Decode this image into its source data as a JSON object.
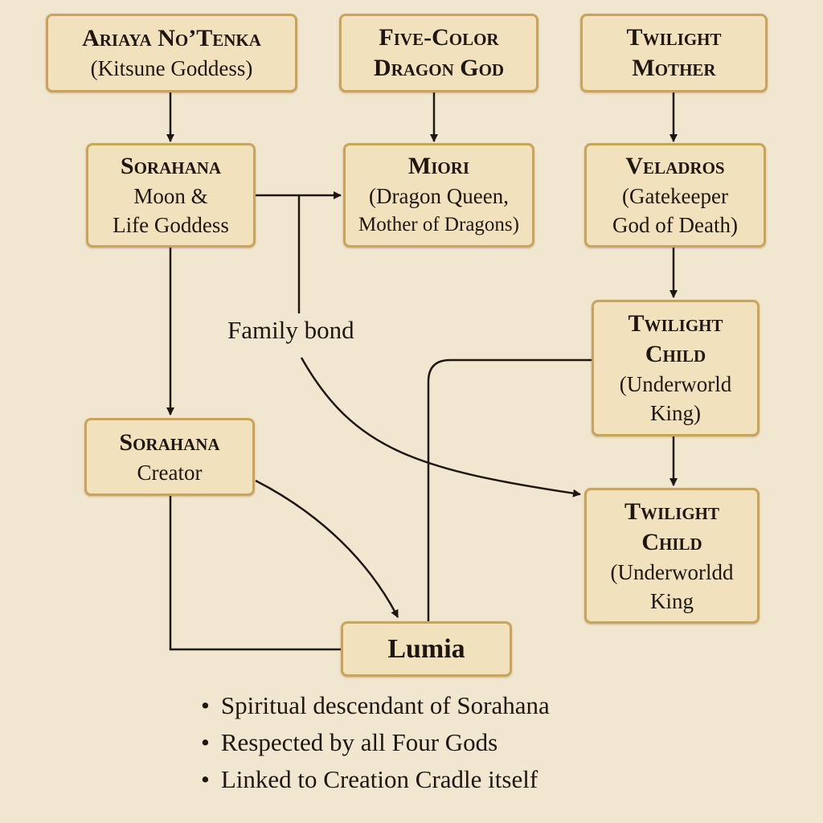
{
  "nodes": {
    "ariaya": {
      "title": "Ariaya No’Tenka",
      "sub": "(Kitsune Goddess)"
    },
    "five_color": {
      "title1": "Five-Color",
      "title2": "Dragon God"
    },
    "twilight_mother": {
      "title1": "Twilight",
      "title2": "Mother"
    },
    "sorahana_moon": {
      "title": "Sorahana",
      "sub1": "Moon &",
      "sub2": "Life Goddess"
    },
    "miori": {
      "title": "Miori",
      "sub1": "(Dragon Queen,",
      "sub2": "Mother of Dragons)"
    },
    "veladros": {
      "title": "Veladros",
      "sub1": "(Gatekeeper",
      "sub2": "God of Death)"
    },
    "twilight_child_1": {
      "title1": "Twilight",
      "title2": "Child",
      "sub1": "(Underworld",
      "sub2": "King)"
    },
    "sorahana_creator": {
      "title": "Sorahana",
      "sub": "Creator"
    },
    "twilight_child_2": {
      "title1": "Twilight",
      "title2": "Child",
      "sub1": "(Underworldd",
      "sub2": "King"
    },
    "lumia": {
      "title": "Lumia"
    }
  },
  "family_bond_label": "Family bond",
  "bullets": [
    "Spiritual descendant of Sorahana",
    "Respected by all Four Gods",
    "Linked to Creation Cradle itself"
  ],
  "colors": {
    "background": "#f1e6cf",
    "box_fill": "#f2e1bd",
    "box_border": "#c9a45a",
    "line": "#1e1610"
  }
}
